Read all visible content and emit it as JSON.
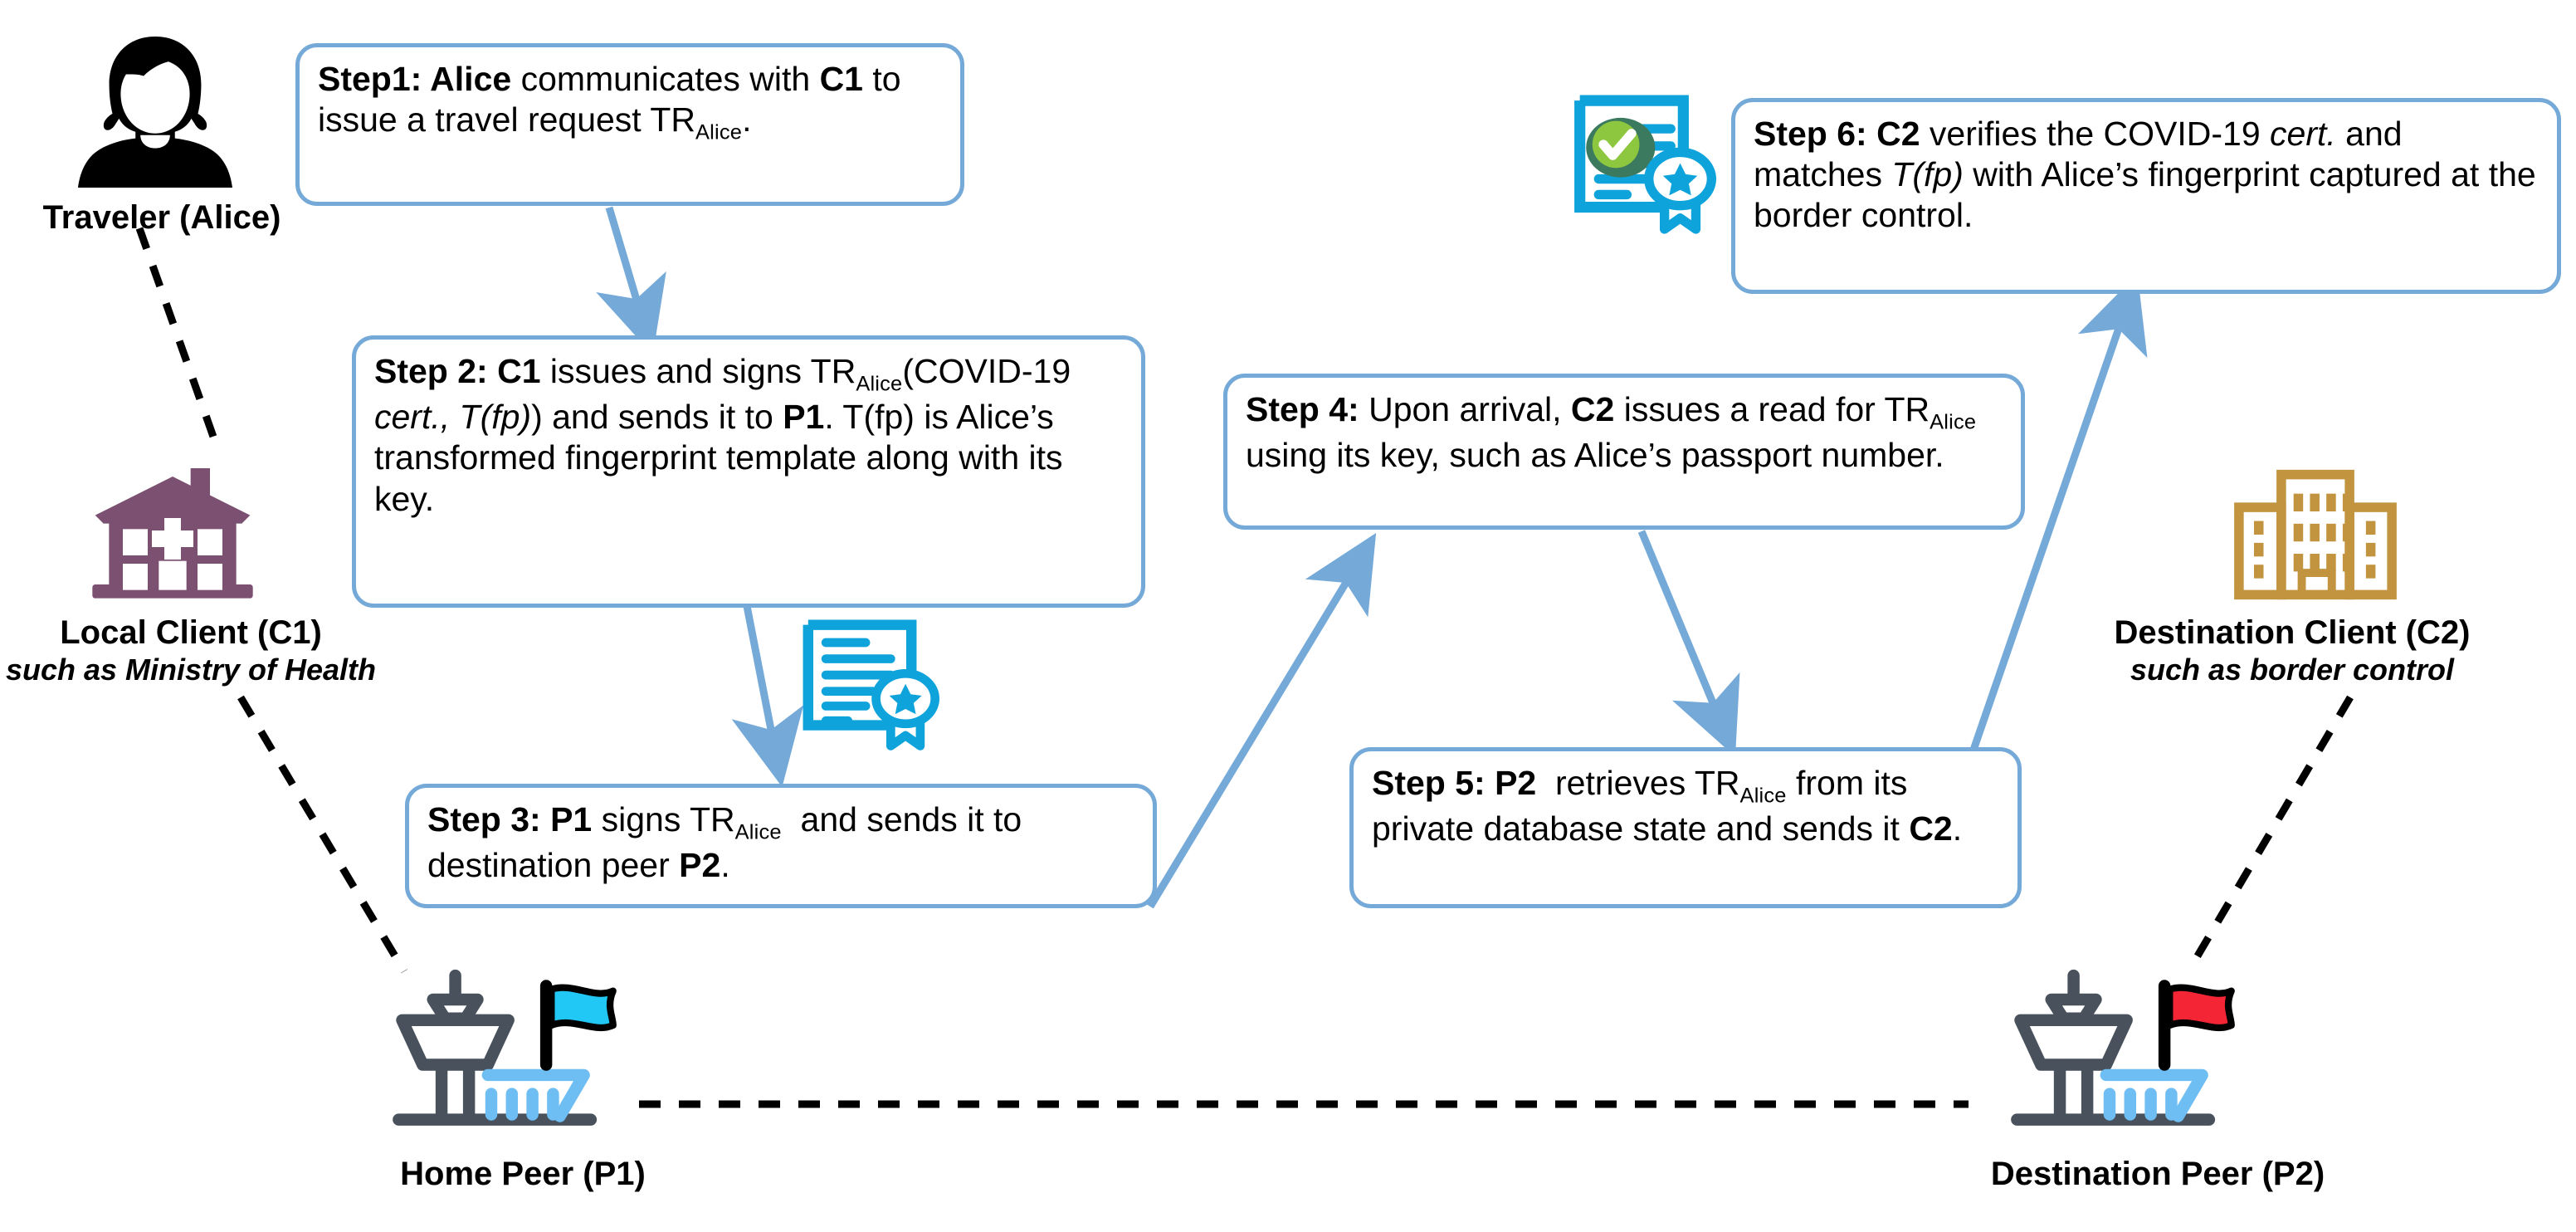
{
  "diagram": {
    "title": "COVID-19 travel credential verification flow across blockchain peers",
    "accent_color": "#74A9D8",
    "cert_color": "#0FA3DB",
    "check_color": "#8DC63F",
    "hospital_color": "#7C5070",
    "office_color": "#C2943F",
    "tower_color": "#49525C",
    "terminal_color": "#6FBEF3",
    "flag_home_color": "#21C8F6",
    "flag_dest_color": "#F42534",
    "dash_color": "#000000"
  },
  "actors": {
    "traveler": {
      "label": "Traveler (Alice)",
      "sub": "",
      "icon": "person-woman-icon"
    },
    "local_client": {
      "label": "Local Client (C1)",
      "sub": "such as Ministry of Health",
      "icon": "hospital-icon"
    },
    "home_peer": {
      "label": "Home Peer (P1)",
      "sub": "",
      "icon": "airport-tower-icon"
    },
    "dest_client": {
      "label": "Destination Client (C2)",
      "sub": "such as border control",
      "icon": "office-building-icon"
    },
    "dest_peer": {
      "label": "Destination Peer (P2)",
      "sub": "",
      "icon": "airport-tower-icon"
    }
  },
  "steps": {
    "step1": {
      "id": "step1",
      "text": "Step1: Alice communicates with C1 to issue a travel request TR_Alice.",
      "html": "<b>Step1: Alice</b> communicates with <b>C1</b> to issue a travel request TR<span class=\"sub\">Alice</span>."
    },
    "step2": {
      "id": "step2",
      "text": "Step 2: C1 issues and signs TR_Alice(COVID-19 cert., T(fp)) and sends it to P1. T(fp) is Alice's transformed fingerprint template along with its key.",
      "html": "<b>Step 2: C1</b> issues and signs TR<span class=\"sub\">Alice</span>(COVID-19 <i>cert., T(fp)</i>) and sends it to <b>P1</b>. T(fp) is Alice&rsquo;s transformed fingerprint template along with its key."
    },
    "step3": {
      "id": "step3",
      "text": "Step 3: P1 signs TR_Alice and sends it to destination peer P2.",
      "html": "<b>Step 3: P1</b> signs TR<span class=\"sub\">Alice</span>&nbsp; and sends it to destination peer <b>P2</b>."
    },
    "step4": {
      "id": "step4",
      "text": "Step 4: Upon arrival, C2 issues a read for TR_Alice using its key, such as Alice's passport number.",
      "html": "<b>Step 4:</b> Upon arrival, <b>C2</b> issues a read for TR<span class=\"sub\">Alice</span>&nbsp; using its key, such as Alice&rsquo;s passport number."
    },
    "step5": {
      "id": "step5",
      "text": "Step 5: P2 retrieves TR_Alice from its private database state and sends it C2.",
      "html": "<b>Step 5: P2</b>&nbsp; retrieves TR<span class=\"sub\">Alice</span> from its private database state and sends it <b>C2</b>."
    },
    "step6": {
      "id": "step6",
      "text": "Step 6: C2 verifies the COVID-19 cert. and matches T(fp) with Alice's fingerprint captured at the border control.",
      "html": "<b>Step 6: C2</b> verifies the COVID-19 <i>cert.</i> and matches <i>T(fp)</i> with Alice&rsquo;s fingerprint captured at the border control."
    }
  },
  "icons": {
    "certificate": "certificate-icon",
    "certificate_verified": "certificate-verified-icon"
  },
  "connections": [
    {
      "name": "alice-to-c1",
      "style": "dashed",
      "from": "traveler",
      "to": "local_client"
    },
    {
      "name": "c1-to-p1",
      "style": "dashed",
      "from": "local_client",
      "to": "home_peer"
    },
    {
      "name": "p1-to-p2",
      "style": "dashed",
      "from": "home_peer",
      "to": "dest_peer"
    },
    {
      "name": "c2-to-p2",
      "style": "dashed",
      "from": "dest_client",
      "to": "dest_peer"
    },
    {
      "name": "step1-to-step2",
      "style": "arrow",
      "from": "step1",
      "to": "step2"
    },
    {
      "name": "step2-to-step3",
      "style": "arrow",
      "from": "step2",
      "to": "step3"
    },
    {
      "name": "step3-to-step4",
      "style": "arrow",
      "from": "step3",
      "to": "step4"
    },
    {
      "name": "step4-to-step5",
      "style": "arrow",
      "from": "step4",
      "to": "step5"
    },
    {
      "name": "step5-to-step6",
      "style": "arrow",
      "from": "step5",
      "to": "step6"
    }
  ]
}
